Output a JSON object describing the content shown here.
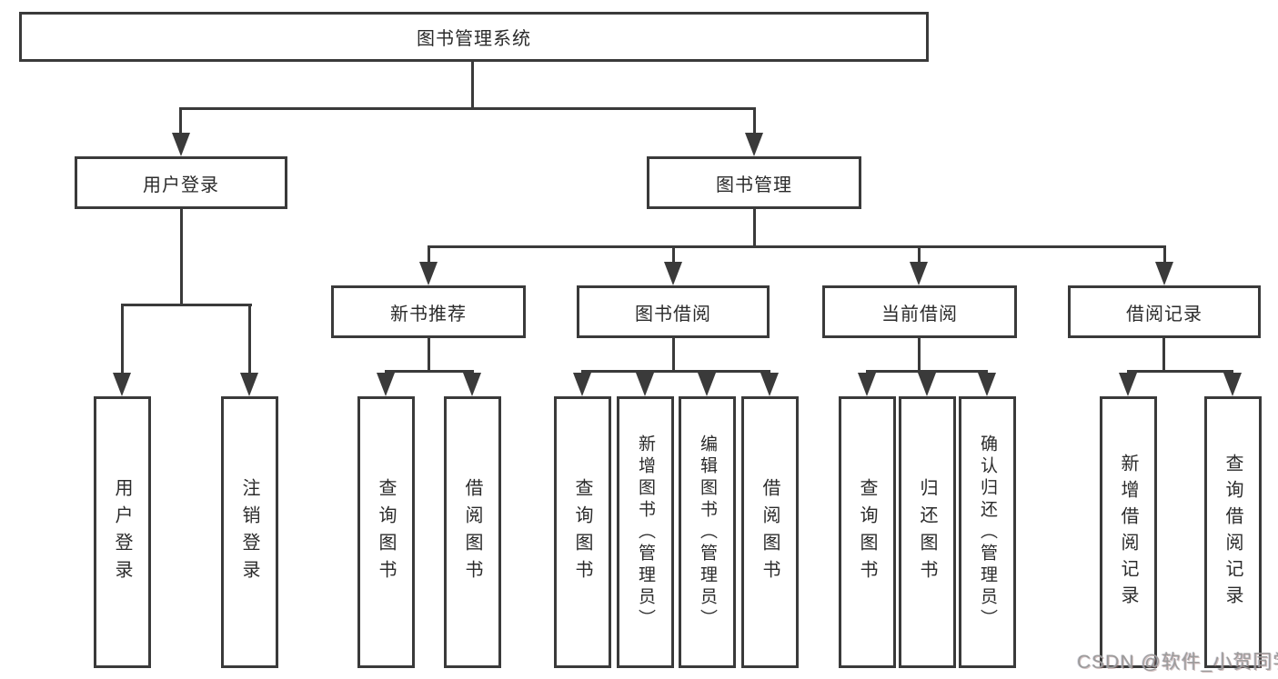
{
  "tree": {
    "root": {
      "label": "图书管理系统"
    },
    "branches": [
      {
        "label": "用户登录",
        "children": [
          {
            "label": "用户登录"
          },
          {
            "label": "注销登录"
          }
        ]
      },
      {
        "label": "图书管理",
        "sections": [
          {
            "label": "新书推荐",
            "children": [
              {
                "label": "查询图书"
              },
              {
                "label": "借阅图书"
              }
            ]
          },
          {
            "label": "图书借阅",
            "children": [
              {
                "label": "查询图书"
              },
              {
                "label": "新增图书（管理员）"
              },
              {
                "label": "编辑图书（管理员）"
              },
              {
                "label": "借阅图书"
              }
            ]
          },
          {
            "label": "当前借阅",
            "children": [
              {
                "label": "查询图书"
              },
              {
                "label": "归还图书"
              },
              {
                "label": "确认归还（管理员）"
              }
            ]
          },
          {
            "label": "借阅记录",
            "children": [
              {
                "label": "新增借阅记录"
              },
              {
                "label": "查询借阅记录"
              }
            ]
          }
        ]
      }
    ]
  },
  "watermark": {
    "text": "CSDN @软件_小贺同学"
  },
  "colors": {
    "line": "#3a3a3a",
    "text": "#2b2b2b",
    "watermark": "#9b9b9b",
    "background": "#ffffff"
  }
}
